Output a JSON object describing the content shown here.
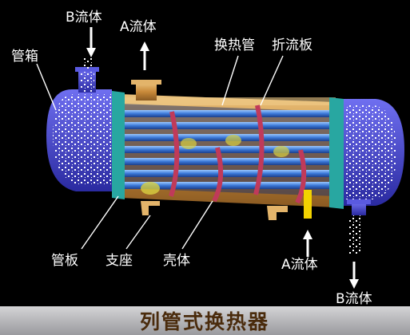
{
  "labels": {
    "b_fluid_in": "B流体",
    "a_fluid_out": "A流体",
    "header_box": "管箱",
    "heat_tube": "换热管",
    "baffle": "折流板",
    "tube_sheet": "管板",
    "support": "支座",
    "shell": "壳体",
    "a_fluid_in": "A流体",
    "b_fluid_out": "B流体"
  },
  "title": "列管式换热器",
  "colors": {
    "background": "#000000",
    "header": "#4a4ad8",
    "shell": "#d39a4c",
    "tube": "#4a8ae0",
    "baffle": "#c03a5a",
    "tube_sheet": "#28a7a1",
    "title_band": "#b7b7ba",
    "nozzle_a": "#f2d200"
  }
}
